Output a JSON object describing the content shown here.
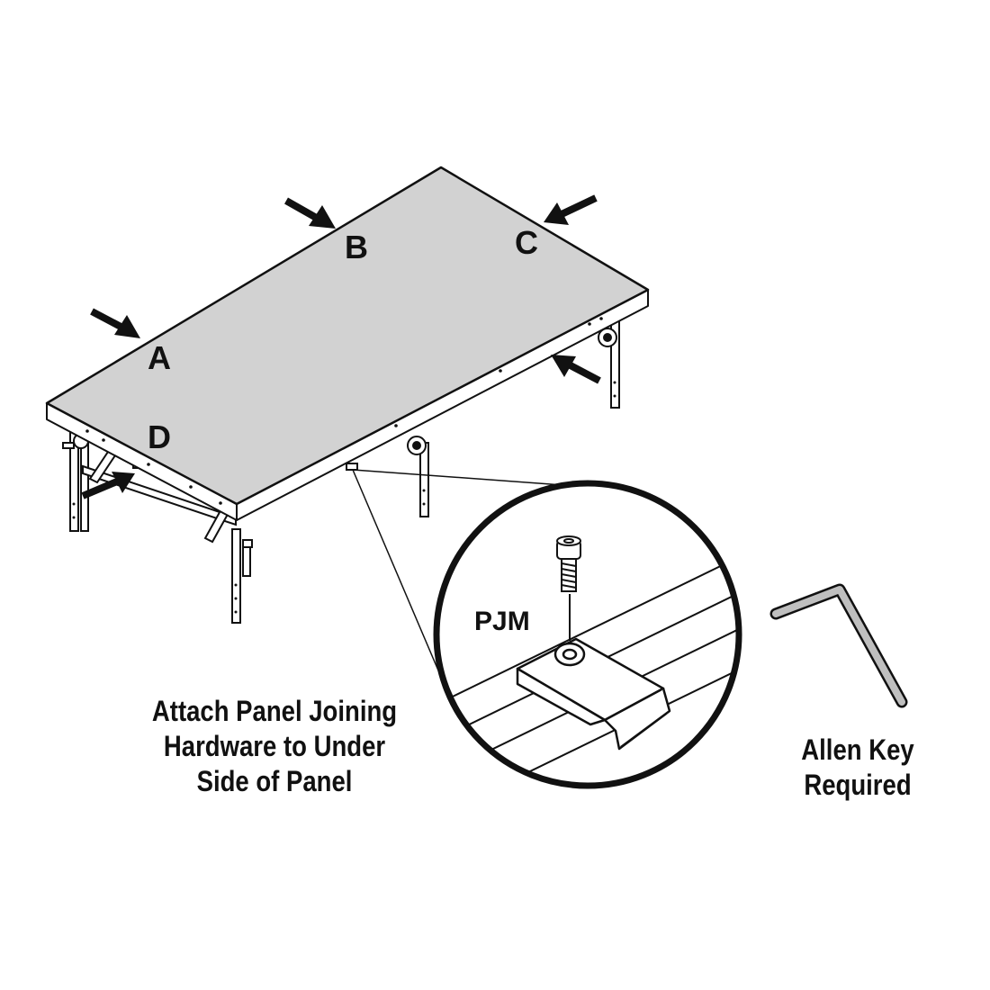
{
  "points": {
    "a": "A",
    "b": "B",
    "c": "C",
    "d": "D"
  },
  "detail": {
    "part_code": "PJM"
  },
  "instructions": {
    "line1": "Attach Panel Joining",
    "line2": "Hardware to Under",
    "line3": "Side of Panel"
  },
  "tool": {
    "line1": "Allen Key",
    "line2": "Required"
  },
  "colors": {
    "ink": "#111111",
    "panel_top": "#d2d2d2",
    "metal": "#bfbfbf",
    "background": "#ffffff"
  }
}
